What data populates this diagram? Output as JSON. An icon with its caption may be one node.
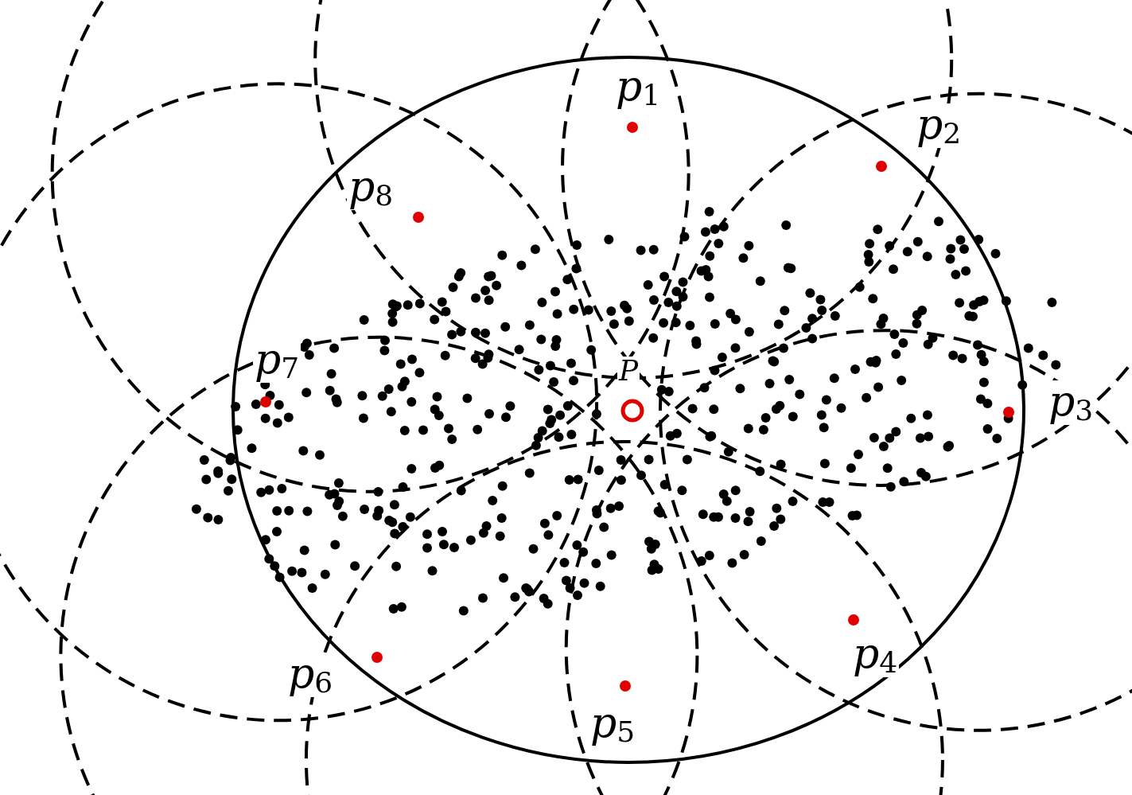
{
  "diagram": {
    "labels": [
      "p$_{1}$",
      "p$_{2}$",
      "p$_{8}$",
      "p$_{7}$",
      "P",
      "p$_{3}$",
      "p$_{4}$",
      "p$_{6}$",
      "p$_{5}$"
    ]
  }
}
